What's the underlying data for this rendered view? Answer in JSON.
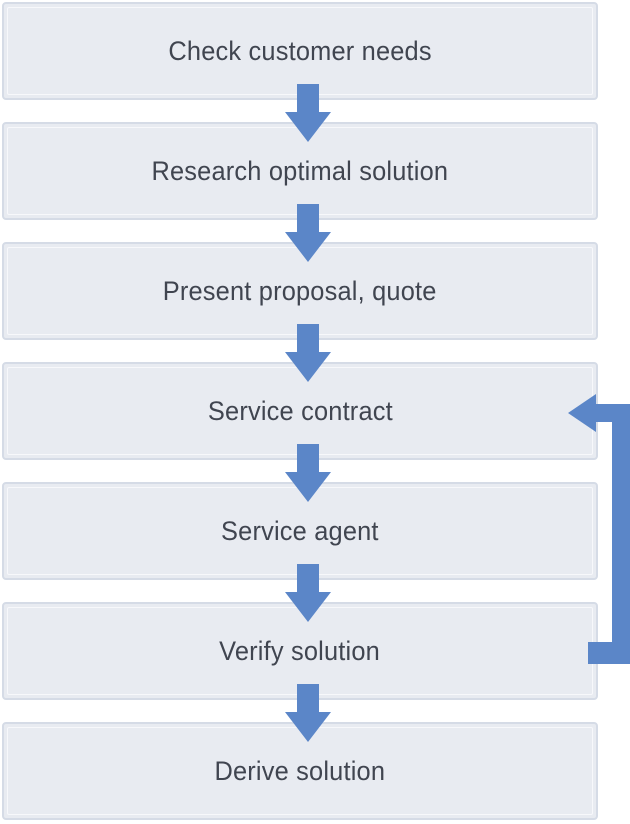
{
  "flowchart": {
    "steps": [
      {
        "label": "Check customer needs"
      },
      {
        "label": "Research optimal solution"
      },
      {
        "label": "Present proposal, quote"
      },
      {
        "label": "Service contract"
      },
      {
        "label": "Service agent"
      },
      {
        "label": "Verify solution"
      },
      {
        "label": "Derive solution"
      }
    ],
    "colors": {
      "box_fill": "#e8ebf1",
      "box_border": "#d5dbe6",
      "text": "#404550",
      "arrow": "#5b86c8"
    },
    "loop": {
      "from_step": 5,
      "to_step": 3
    }
  }
}
